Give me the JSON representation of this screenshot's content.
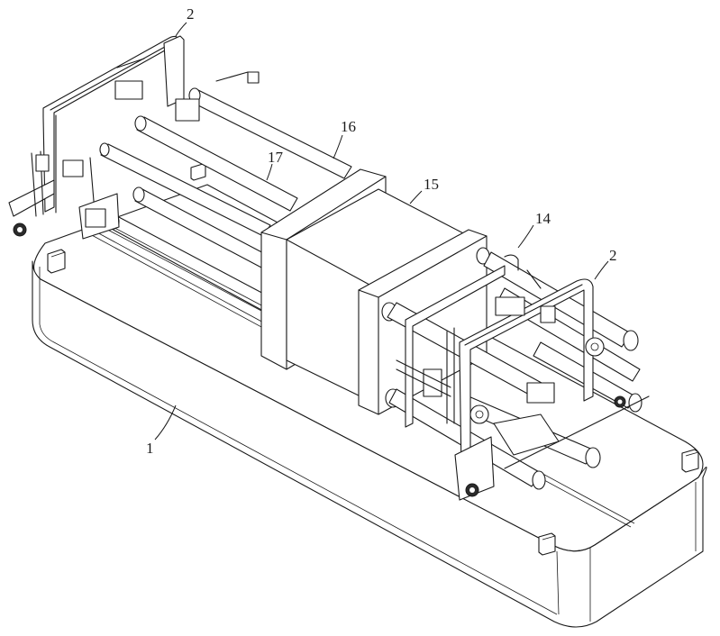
{
  "labels": {
    "machine_base": "1",
    "frame_left": "2",
    "frame_right": "2",
    "guide_sleeve": "14",
    "mold_box": "15",
    "plate": "16",
    "guide_rod": "17"
  },
  "colors": {
    "line": "#1a1a1a",
    "background": "#ffffff",
    "dark_fill": "#2b2b2b"
  }
}
